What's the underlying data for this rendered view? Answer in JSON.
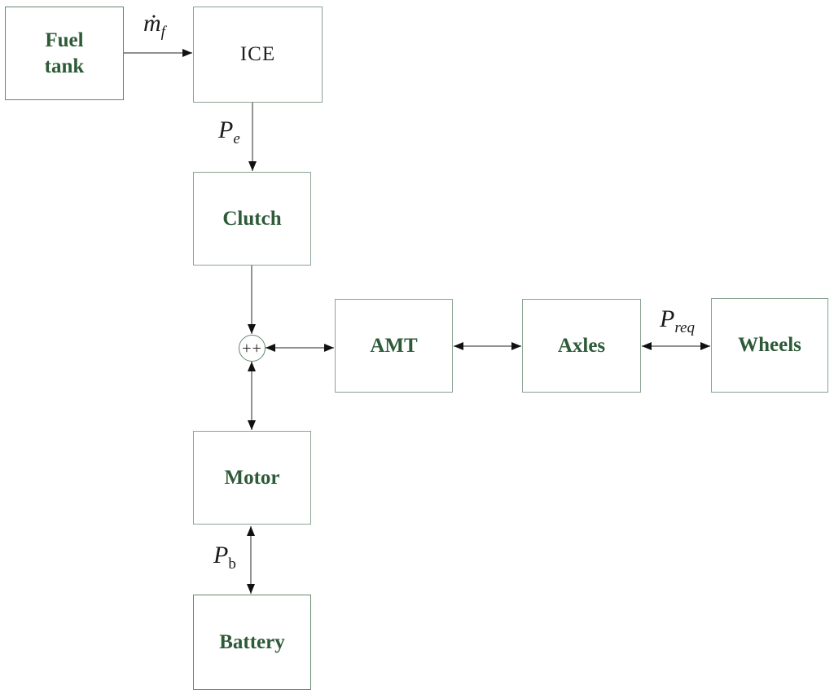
{
  "blocks": {
    "fuel_tank": {
      "line1": "Fuel",
      "line2": "tank"
    },
    "ice": {
      "label": "ICE"
    },
    "clutch": {
      "label": "Clutch"
    },
    "amt": {
      "label": "AMT"
    },
    "axles": {
      "label": "Axles"
    },
    "wheels": {
      "label": "Wheels"
    },
    "motor": {
      "label": "Motor"
    },
    "battery": {
      "label": "Battery"
    }
  },
  "junction": {
    "label": "++"
  },
  "signals": {
    "fuel_rate": {
      "main": "ṁ",
      "sub": "f"
    },
    "engine_power": {
      "main": "P",
      "sub": "e"
    },
    "request_power": {
      "main": "P",
      "sub": "req"
    },
    "battery_power": {
      "main": "P",
      "sub": "b"
    }
  },
  "colors": {
    "block_border": "#8aa392",
    "block_border_dark": "#64886f",
    "label_text": "#2d5a37",
    "ice_text": "#1f1f1f",
    "line": "#4d4d4d",
    "arrowhead": "#111111",
    "background": "#ffffff"
  }
}
